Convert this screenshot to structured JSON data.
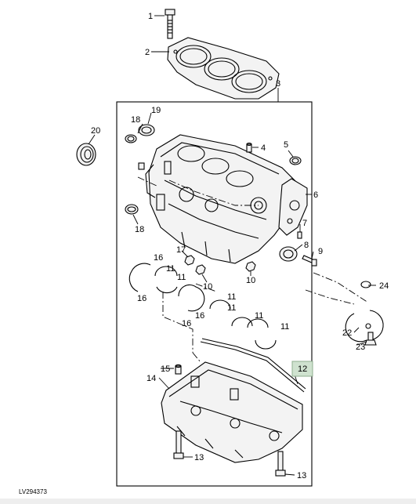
{
  "figure": {
    "ref_code": "LV294373",
    "highlight_color": "#cfe2cf"
  },
  "callouts": {
    "c1": "1",
    "c2": "2",
    "c3": "3",
    "c4": "4",
    "c5": "5",
    "c6": "6",
    "c7": "7",
    "c8": "8",
    "c9": "9",
    "c10a": "10",
    "c10b": "10",
    "c11a": "11",
    "c11b": "11",
    "c11c": "11",
    "c11d": "11",
    "c11e": "11",
    "c11f": "11",
    "c12": "12",
    "c13a": "13",
    "c13b": "13",
    "c14": "14",
    "c15": "15",
    "c16a": "16",
    "c16b": "16",
    "c16c": "16",
    "c16d": "16",
    "c17": "17",
    "c18a": "18",
    "c18b": "18",
    "c19": "19",
    "c20": "20",
    "c22": "22",
    "c23": "23",
    "c24": "24"
  }
}
